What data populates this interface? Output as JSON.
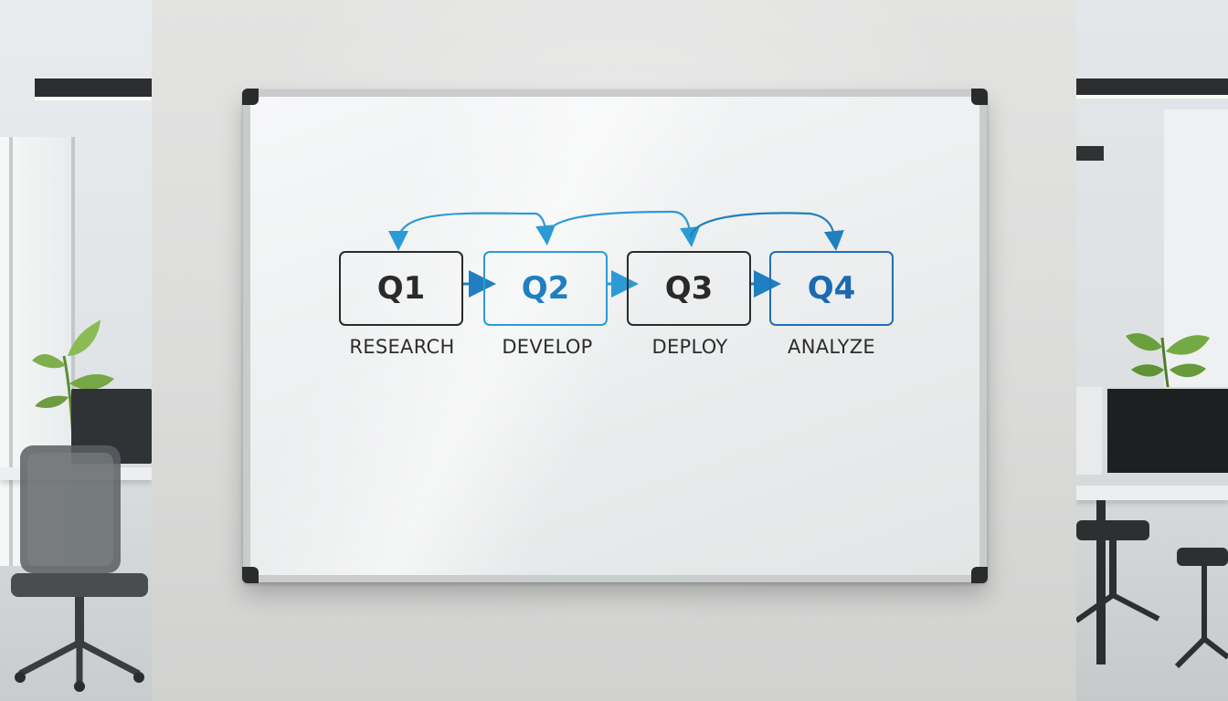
{
  "scene": {
    "description_kind": "photo",
    "board": {
      "colors": {
        "ink_black": "#2a2a2a",
        "ink_blue": "#2b9bd6",
        "ink_dark_blue": "#1f6fb8"
      },
      "stages": [
        {
          "quarter": "Q1",
          "label": "RESEARCH",
          "color": "black"
        },
        {
          "quarter": "Q2",
          "label": "DEVELOP",
          "color": "blue"
        },
        {
          "quarter": "Q3",
          "label": "DEPLOY",
          "color": "black"
        },
        {
          "quarter": "Q4",
          "label": "ANALYZE",
          "color": "dark-blue"
        }
      ]
    }
  }
}
